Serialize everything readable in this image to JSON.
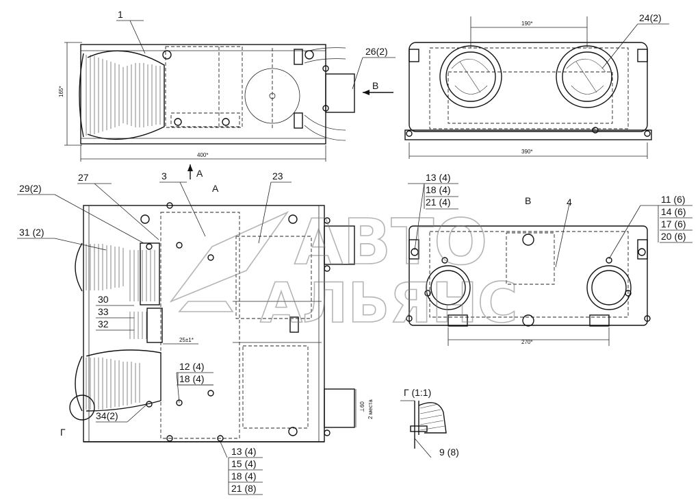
{
  "callouts": {
    "c1": "1",
    "c24": "24(2)",
    "c26": "26(2)",
    "c27": "27",
    "c3": "3",
    "c23": "23",
    "c29": "29(2)",
    "c31": "31 (2)",
    "c30": "30",
    "c33": "33",
    "c32": "32",
    "c34": "34(2)",
    "c9": "9  (8)",
    "c4": "4"
  },
  "stack_12": [
    "12 (4)",
    "18 (4)"
  ],
  "stack_13_top": [
    "13 (4)",
    "18 (4)",
    "21 (4)"
  ],
  "stack_11": [
    "11 (6)",
    "14 (6)",
    "17 (6)",
    "20 (6)"
  ],
  "stack_13_bottom": [
    "13 (4)",
    "15 (4)",
    "18 (4)",
    "21 (8)"
  ],
  "views": {
    "arrow_b_top": "B",
    "arrow_a_bottom": "A",
    "view_a": "A",
    "view_b": "B",
    "view_g_mark": "Г",
    "detail_g": "Г (1:1)"
  },
  "dims": {
    "d165": "165*",
    "d400": "400*",
    "d190": "190*",
    "d390": "390*",
    "d270": "270*",
    "d25": "25±1*",
    "d60": "⊥60",
    "d2places": "2 места"
  },
  "watermark": {
    "line1": "АВТО",
    "line2": "АЛЬЯНС"
  }
}
